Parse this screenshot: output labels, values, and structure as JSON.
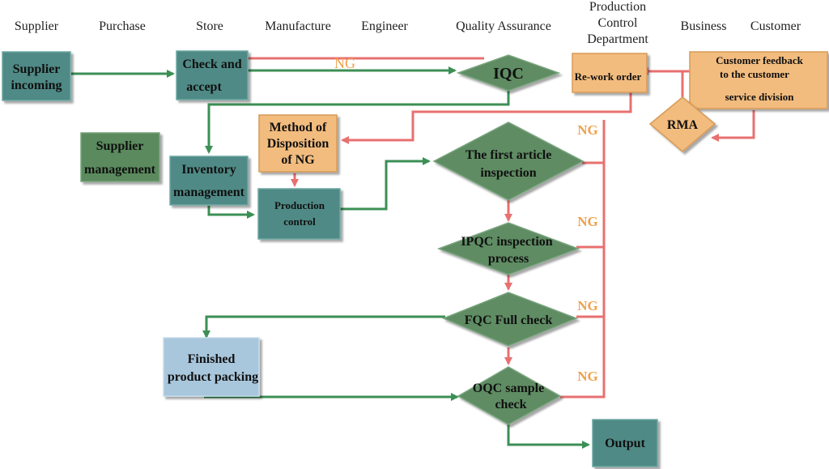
{
  "departments": {
    "supplier": "Supplier",
    "purchase": "Purchase",
    "store": "Store",
    "manufacture": "Manufacture",
    "engineer": "Engineer",
    "qa": "Quality Assurance",
    "pcd_line1": "Production",
    "pcd_line2": "Control",
    "pcd_line3": "Department",
    "business": "Business",
    "customer": "Customer"
  },
  "nodes": {
    "supplier_incoming": [
      "Supplier",
      "incoming"
    ],
    "check_accept": [
      "Check and",
      "accept"
    ],
    "iqc": "IQC",
    "rework_order": "Re-work order",
    "customer_feedback": [
      "Customer feedback",
      "to the customer",
      "service division"
    ],
    "rma": "RMA",
    "supplier_management": [
      "Supplier",
      "management"
    ],
    "method_disposition": [
      "Method of",
      "Disposition",
      "of NG"
    ],
    "inventory_management": [
      "Inventory",
      "management"
    ],
    "production_control": [
      "Production",
      "control"
    ],
    "first_article": [
      "The first article",
      "inspection"
    ],
    "ipqc": [
      "IPQC inspection",
      "process"
    ],
    "fqc": "FQC Full check",
    "finished_packing": [
      "Finished",
      "product packing"
    ],
    "oqc": [
      "OQC sample",
      "check"
    ],
    "output": "Output"
  },
  "ng_labels": {
    "iqc": "NG",
    "first_article": "NG",
    "ipqc": "NG",
    "fqc": "NG",
    "oqc": "NG"
  },
  "colors": {
    "teal": "#4f8a86",
    "green_box": "#5a8a5d",
    "diamond_green": "#5e8c63",
    "orange": "#f2bc7e",
    "light_blue": "#a8c7dd",
    "green_arrow": "#3c8f55",
    "red_arrow": "#e87070",
    "ng_orange": "#f0a04a"
  }
}
